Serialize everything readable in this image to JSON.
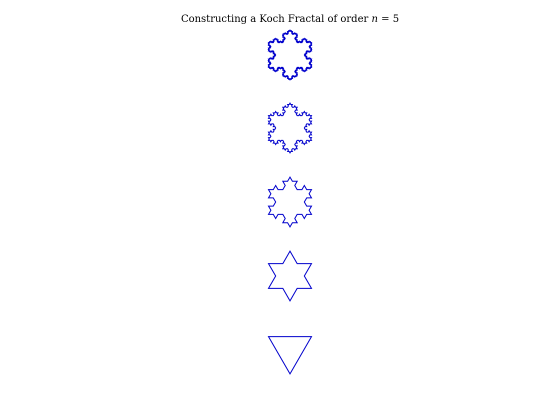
{
  "figure": {
    "title_prefix": "Constructing a Koch Fractal of order",
    "title_var": "n",
    "title_eq": "=",
    "title_value": "5"
  },
  "fractal": {
    "order": 5,
    "stroke_color": "#0000cc",
    "background": "#ffffff",
    "stages_shown_top_to_bottom": [
      4,
      3,
      2,
      1,
      0
    ]
  }
}
